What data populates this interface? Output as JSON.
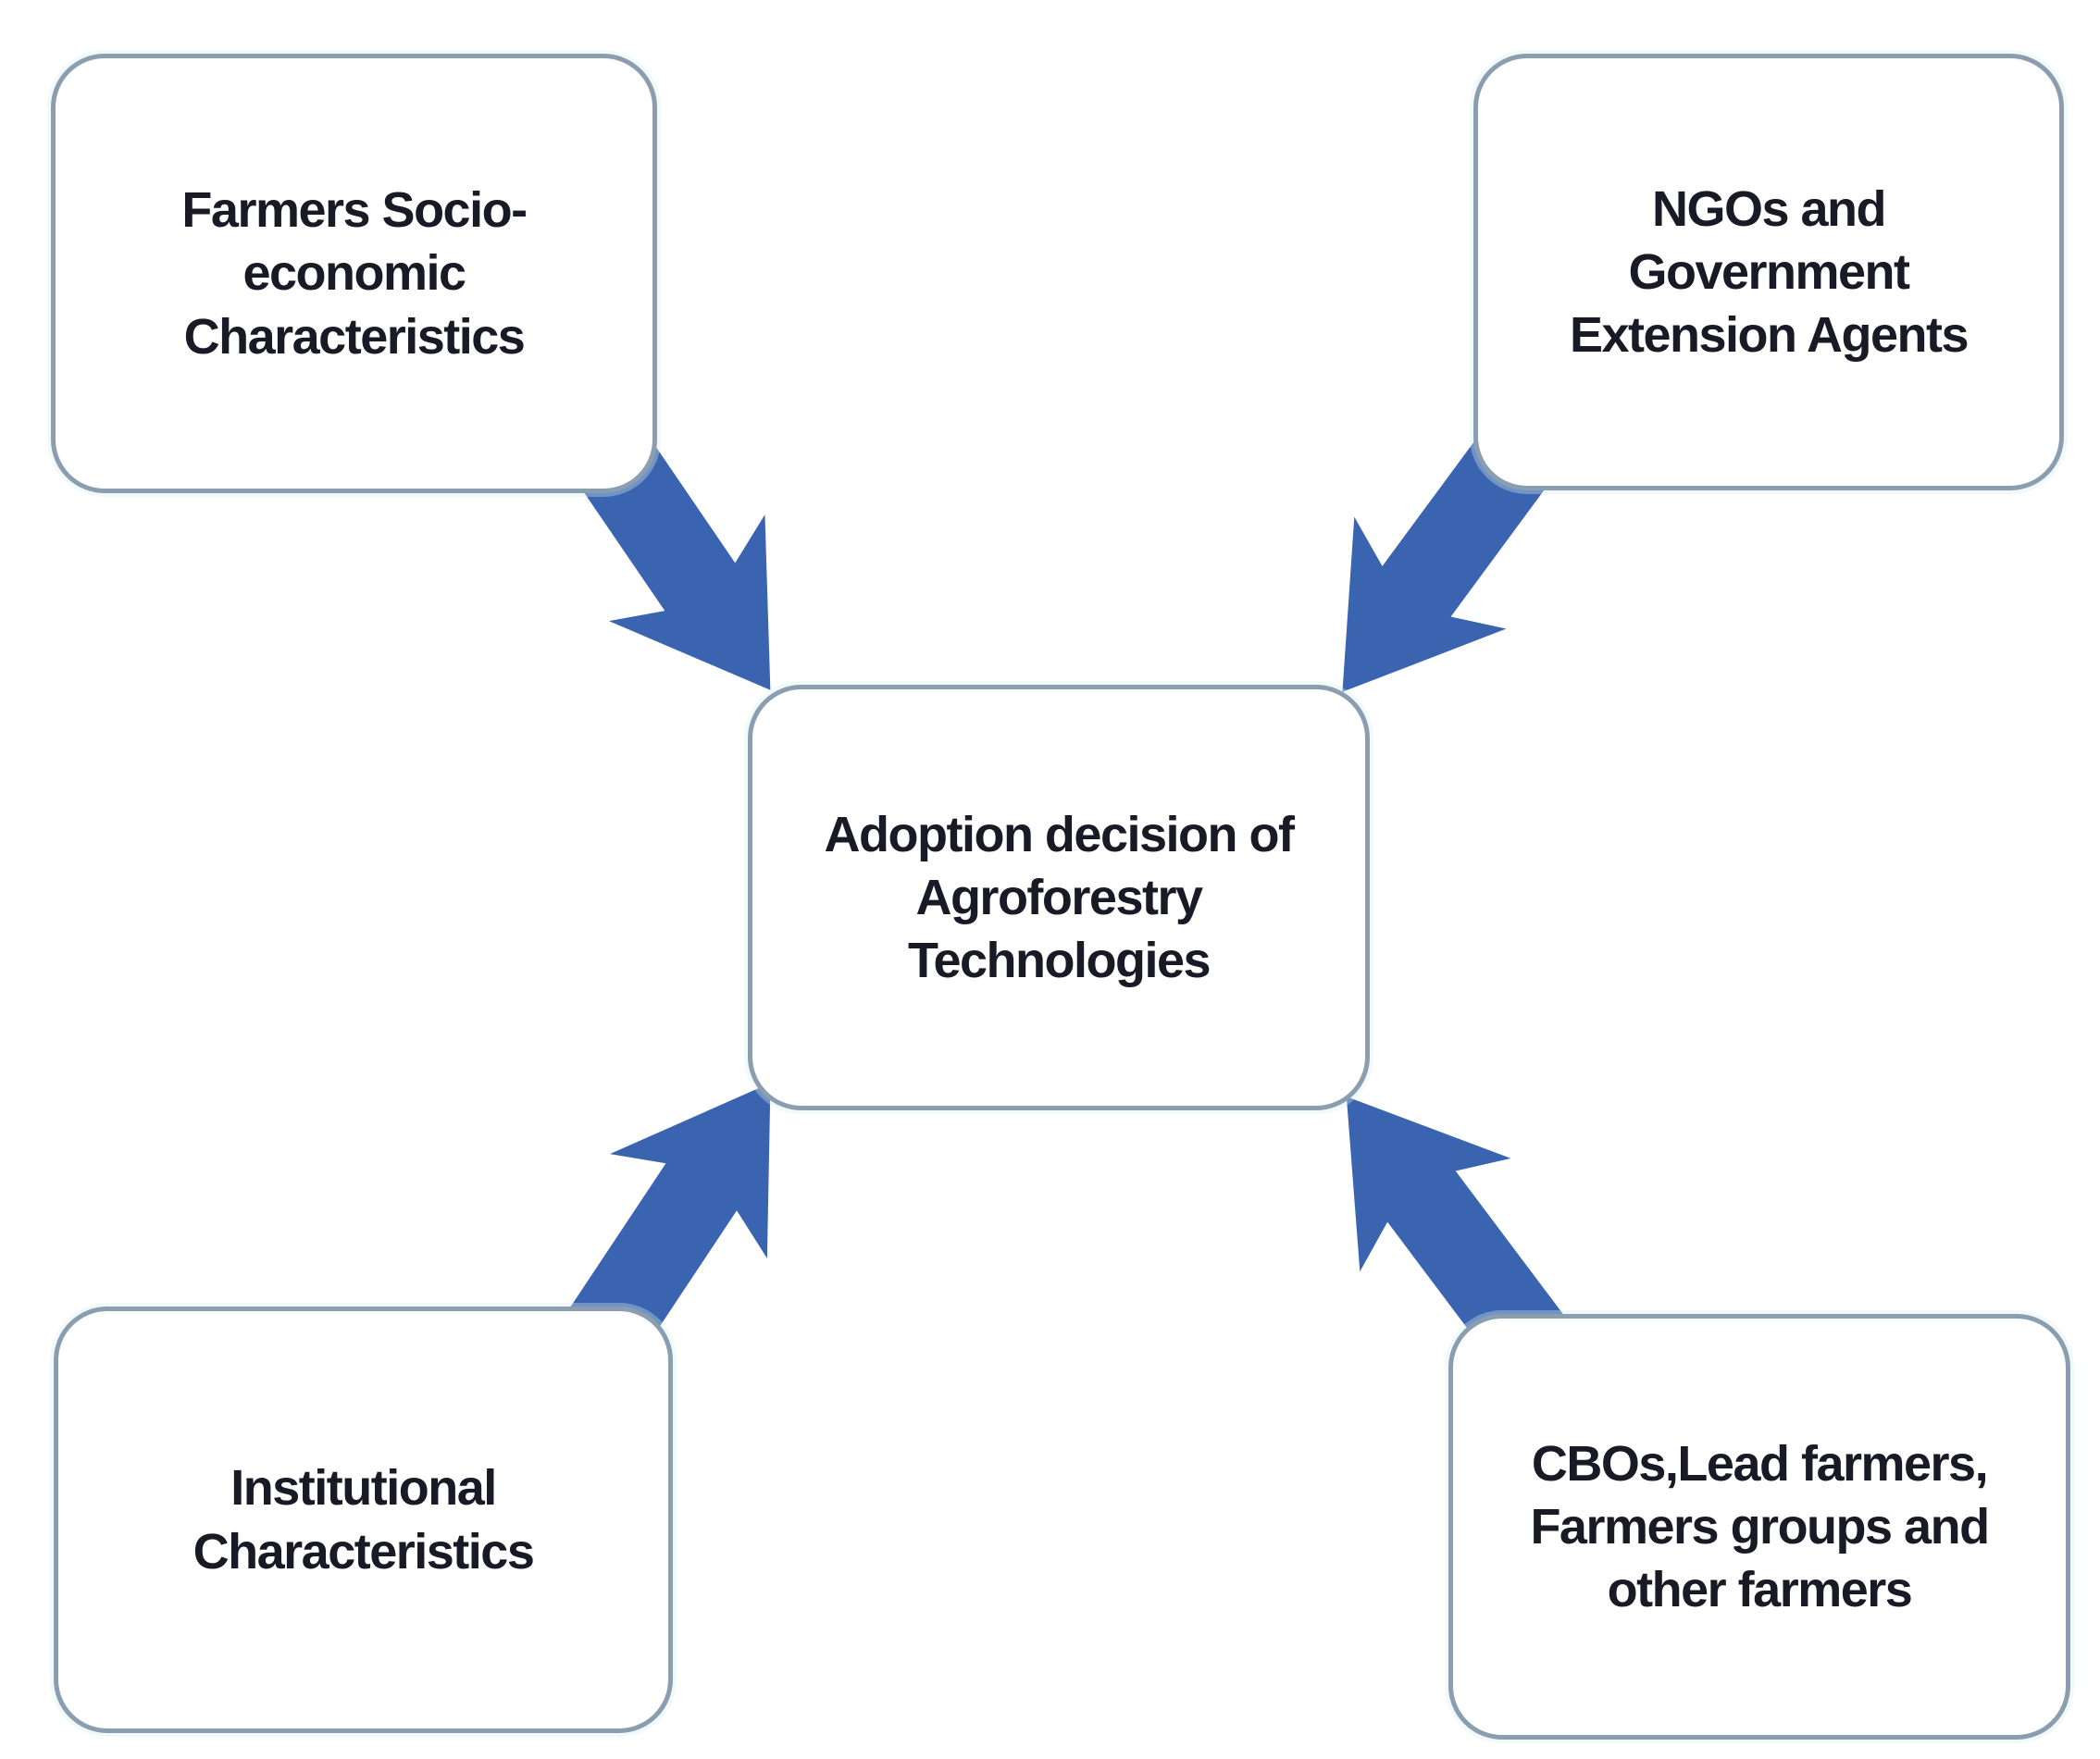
{
  "colors": {
    "arrow": "#3B64B0",
    "box_border": "#8A9EB0",
    "box_fill": "#FFFFFF",
    "text": "#1A1A26",
    "background": "#FFFFFF"
  },
  "diagram": {
    "type": "concept-map",
    "nodes": {
      "farmers_socioeconomic": {
        "label": "Farmers Socio-\neconomic\nCharacteristics"
      },
      "ngos_government": {
        "label": "NGOs and\nGovernment\nExtension Agents"
      },
      "adoption_decision": {
        "label": "Adoption decision of\nAgroforestry\nTechnologies"
      },
      "institutional": {
        "label": "Institutional\nCharacteristics"
      },
      "cbos_lead_farmers": {
        "label": "CBOs,Lead farmers,\nFarmers groups and\nother farmers"
      }
    },
    "edges": [
      {
        "from": "farmers_socioeconomic",
        "to": "adoption_decision"
      },
      {
        "from": "ngos_government",
        "to": "adoption_decision"
      },
      {
        "from": "institutional",
        "to": "adoption_decision"
      },
      {
        "from": "cbos_lead_farmers",
        "to": "adoption_decision"
      }
    ]
  }
}
